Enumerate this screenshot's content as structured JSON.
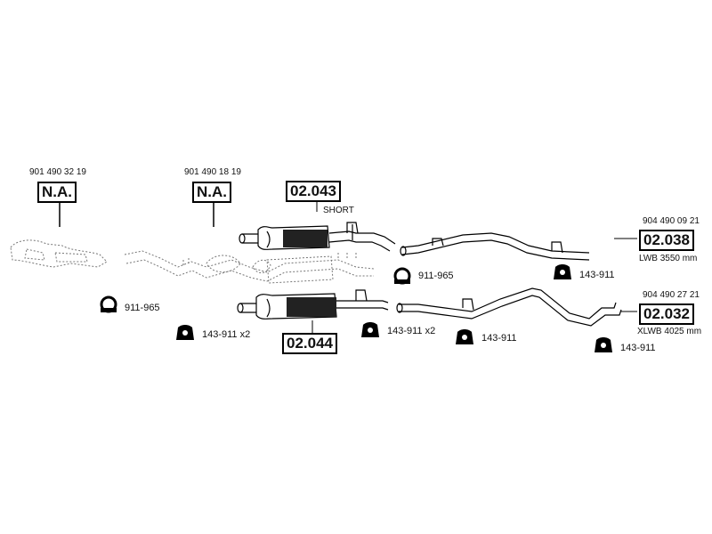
{
  "labels": {
    "na_left_number": "901 490 32 19",
    "na_left_box": "N.A.",
    "na_mid_number": "901 490 18 19",
    "na_mid_box": "N.A.",
    "box_02043": "02.043",
    "short": "SHORT",
    "box_02044": "02.044",
    "clamp_right_part": "911-965",
    "clamp_left_part": "911-965",
    "mount_left_part": "143-911 x2",
    "mount_center_part": "143-911 x2",
    "mount_bottom_center_part": "143-911",
    "mount_top_right_part": "143-911",
    "mount_bottom_right_part": "143-911",
    "lwb_number": "904 490 09 21",
    "box_02038": "02.038",
    "lwb_text": "LWB 3550 mm",
    "xlwb_number": "904 490 27 21",
    "box_02032": "02.032",
    "xlwb_text": "XLWB 4025 mm"
  },
  "icons": {
    "clamp": "pipe-clamp-icon",
    "rubber_mount": "rubber-mount-icon"
  },
  "colors": {
    "line": "#000000",
    "dotted": "#666666"
  }
}
